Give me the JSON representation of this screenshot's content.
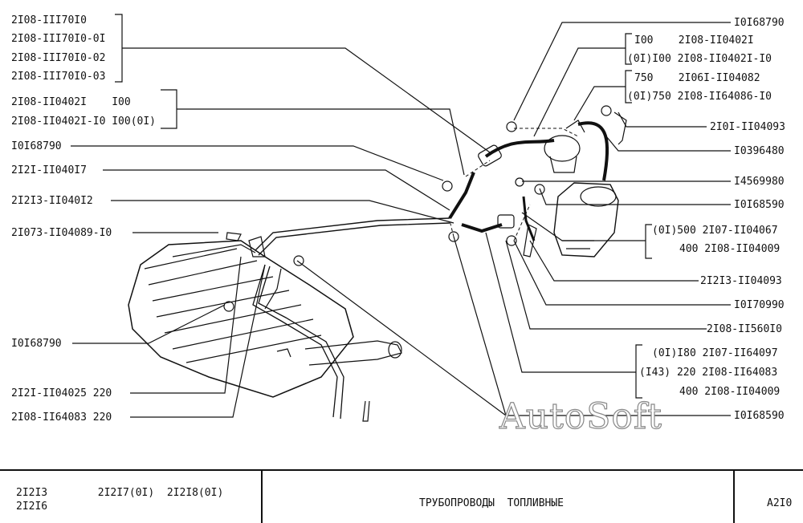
{
  "labels": {
    "l1": "2I08-III70I0",
    "l2": "2I08-III70I0-0I",
    "l3": "2I08-III70I0-02",
    "l4": "2I08-III70I0-03",
    "l5": "2I08-II0402I    I00",
    "l6": "2I08-II0402I-I0 I00(0I)",
    "l7": "I0I68790",
    "l8": "2I2I-II040I7",
    "l9": "2I2I3-II040I2",
    "l10": "2I073-II04089-I0",
    "l11": "I0I68790",
    "l12": "2I2I-II04025 220",
    "l13": "2I08-II64083 220",
    "r1": "I0I68790",
    "r2": "I00    2I08-II0402I",
    "r3": "(0I)I00 2I08-II0402I-I0",
    "r4": "750    2I06I-II04082",
    "r5": "(0I)750 2I08-II64086-I0",
    "r6": "2I0I-II04093",
    "r7": "I0396480",
    "r8": "I4569980",
    "r9": "I0I68590",
    "r10": "(0I)500 2I07-II04067",
    "r11": "400 2I08-II04009",
    "r12": "2I2I3-II04093",
    "r13": "I0I70990",
    "r14": "2I08-II560I0",
    "r15": "(0I)I80 2I07-II64097",
    "r16": "(I43) 220 2I08-II64083",
    "r17": "400 2I08-II04009",
    "r18": "I0I68590"
  },
  "watermark": "AutoSoft",
  "footer": {
    "models_line1": "2I2I3        2I2I7(0I)  2I2I8(0I)",
    "models_line2": "2I2I6",
    "title": "ТРУБОПРОВОДЫ  ТОПЛИВНЫЕ",
    "code": "A2I0"
  }
}
